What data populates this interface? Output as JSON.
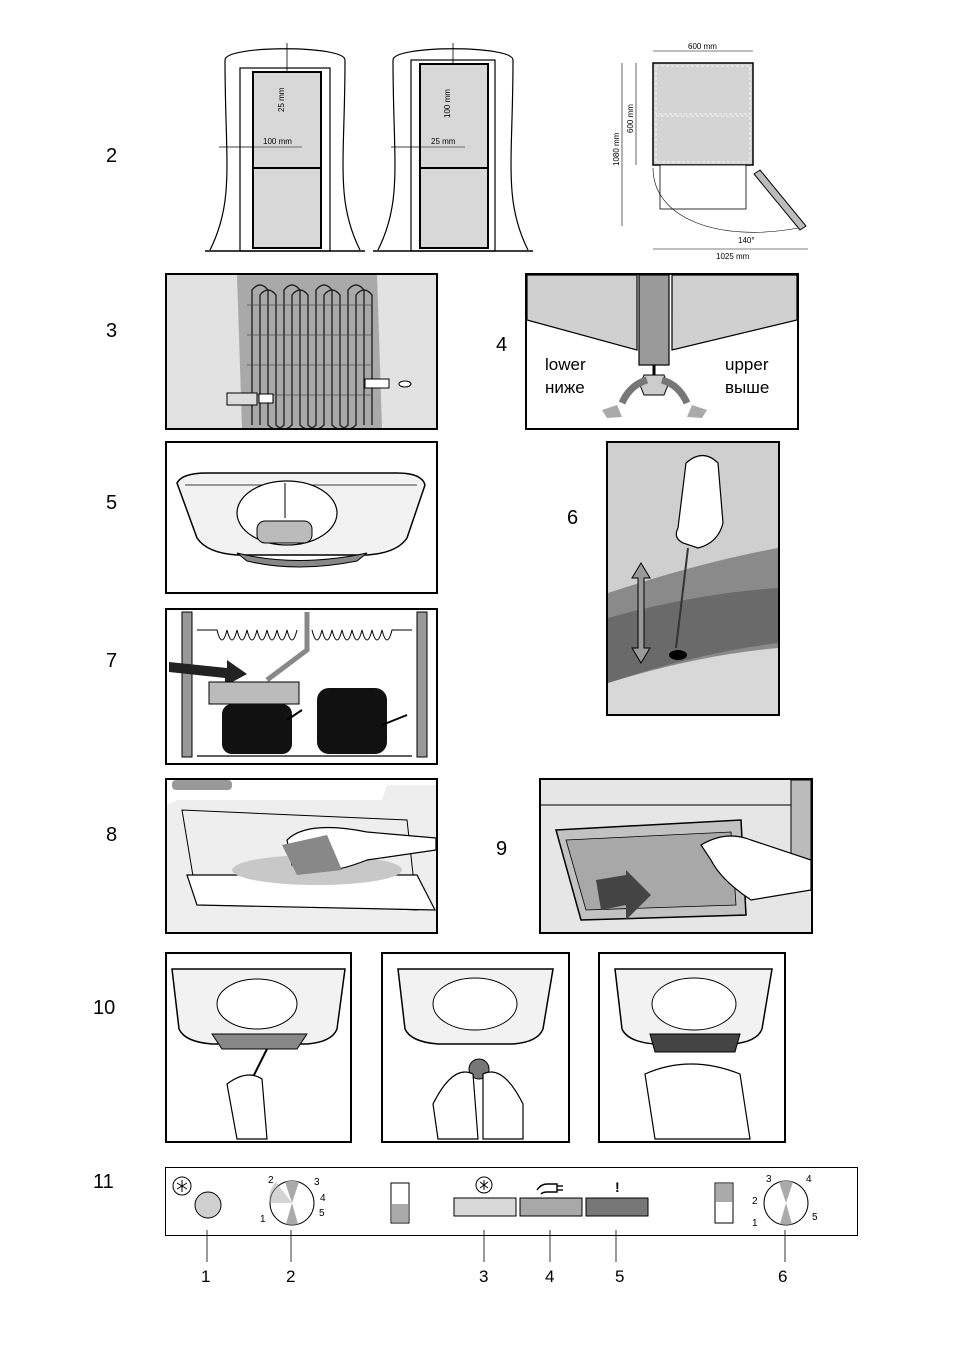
{
  "figures": {
    "f2": "2",
    "f3": "3",
    "f4": "4",
    "f5": "5",
    "f6": "6",
    "f7": "7",
    "f8": "8",
    "f9": "9",
    "f10": "10",
    "f11": "11"
  },
  "fig2": {
    "left": {
      "top_gap": "25 mm",
      "side_gap": "100 mm"
    },
    "right": {
      "top_gap": "100 mm",
      "side_gap": "25 mm"
    },
    "plan": {
      "width": "600 mm",
      "depth": "600 mm",
      "height": "1080 mm",
      "angle": "140°",
      "opened_width": "1025 mm"
    }
  },
  "fig4": {
    "lower_en": "lower",
    "lower_ru": "ниже",
    "upper_en": "upper",
    "upper_ru": "выше"
  },
  "fig11": {
    "dial_left_ticks": [
      "1",
      "2",
      "3",
      "4",
      "5"
    ],
    "dial_right_ticks": [
      "1",
      "2",
      "3",
      "4",
      "5"
    ],
    "warning_mark": "!",
    "callouts": [
      "1",
      "2",
      "3",
      "4",
      "5",
      "6"
    ],
    "lamp_colors": {
      "green": "#d9d9d9",
      "power": "#a8a8a8",
      "alarm": "#777777"
    }
  }
}
